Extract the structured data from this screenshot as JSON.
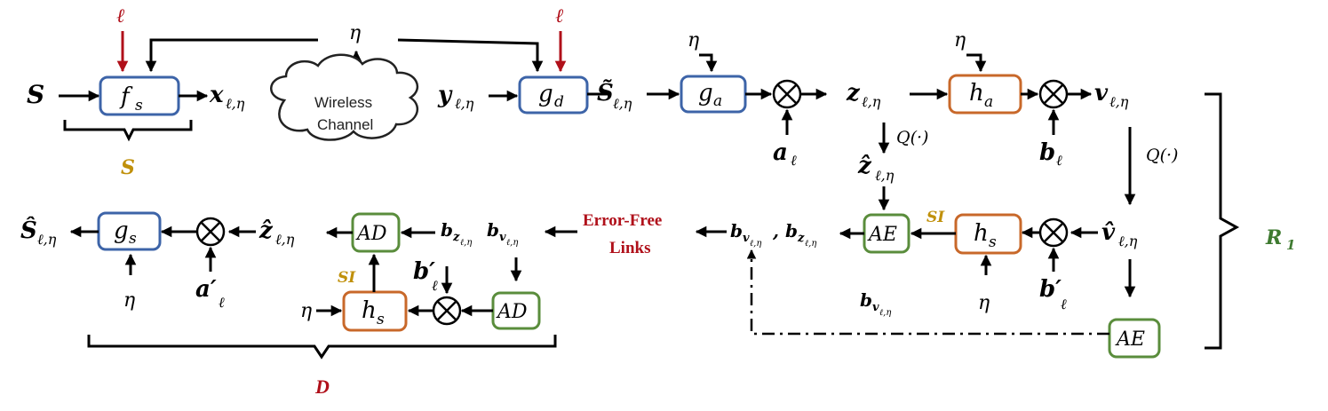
{
  "colors": {
    "blue_block": "#3d64a8",
    "orange_block": "#c8682a",
    "green_block": "#5a8d3c",
    "red_accent": "#b0101a",
    "gold_accent": "#c0900a",
    "green_label": "#3e7a30"
  },
  "inputs": {
    "source": "S",
    "ell_top_left": "ℓ",
    "ell_top_right": "ℓ",
    "eta_top": "η",
    "eta_ga": "η",
    "eta_ha": "η",
    "eta_hs_enc": "η",
    "eta_gs": "η",
    "eta_hs_dec": "η"
  },
  "signals": {
    "x": "x",
    "x_sub": "ℓ,η",
    "y": "y",
    "y_sub": "ℓ,η",
    "s_tilde": "S̃",
    "s_tilde_sub": "ℓ,η",
    "z": "z",
    "z_sub": "ℓ,η",
    "v": "v",
    "v_sub": "ℓ,η",
    "a": "a",
    "a_sub": "ℓ",
    "b": "b",
    "b_sub": "ℓ",
    "z_hat": "ẑ",
    "z_hat_sub": "ℓ,η",
    "v_hat": "v̂",
    "v_hat_sub": "ℓ,η",
    "b_prime_enc": "b′",
    "b_prime_enc_sub": "ℓ",
    "b_v_pair": "b",
    "b_v_pair_sub": "v",
    "b_v_pair_subsub": "ℓ,η",
    "pair_comma": ",",
    "b_z_pair": "b",
    "b_z_pair_sub": "z",
    "b_z_pair_subsub": "ℓ,η",
    "b_v_feedback": "b",
    "b_v_feedback_sub": "v",
    "b_v_feedback_subsub": "ℓ,η",
    "b_v_dec": "b",
    "b_v_dec_sub": "v",
    "b_v_dec_subsub": "ℓ,η",
    "b_z_dec": "b",
    "b_z_dec_sub": "z",
    "b_z_dec_subsub": "ℓ,η",
    "z_hat_dec": "ẑ",
    "z_hat_dec_sub": "ℓ,η",
    "b_prime_dec": "b′",
    "b_prime_dec_sub": "ℓ",
    "a_prime": "a′",
    "a_prime_sub": "ℓ",
    "s_hat": "Ŝ",
    "s_hat_sub": "ℓ,η"
  },
  "blocks": {
    "fs": "f",
    "fs_sub": "s",
    "gd": "g",
    "gd_sub": "d",
    "ga": "g",
    "ga_sub": "a",
    "ha": "h",
    "ha_sub": "a",
    "hs_enc": "h",
    "hs_enc_sub": "s",
    "ae_enc": "AE",
    "ae_feedback": "AE",
    "ad_1": "AD",
    "ad_2": "AD",
    "hs_dec": "h",
    "hs_dec_sub": "s",
    "gs": "g",
    "gs_sub": "s"
  },
  "channel": {
    "line1": "Wireless",
    "line2": "Channel"
  },
  "quantizer": {
    "q_z": "Q(·)",
    "q_v": "Q(·)"
  },
  "links": {
    "line1": "Error-Free",
    "line2": "Links"
  },
  "side_info": {
    "si_enc": "SI",
    "si_dec": "SI"
  },
  "groups": {
    "source_label": "S",
    "decoder_label": "D",
    "encoder_label": "R",
    "encoder_label_sub": "1"
  }
}
